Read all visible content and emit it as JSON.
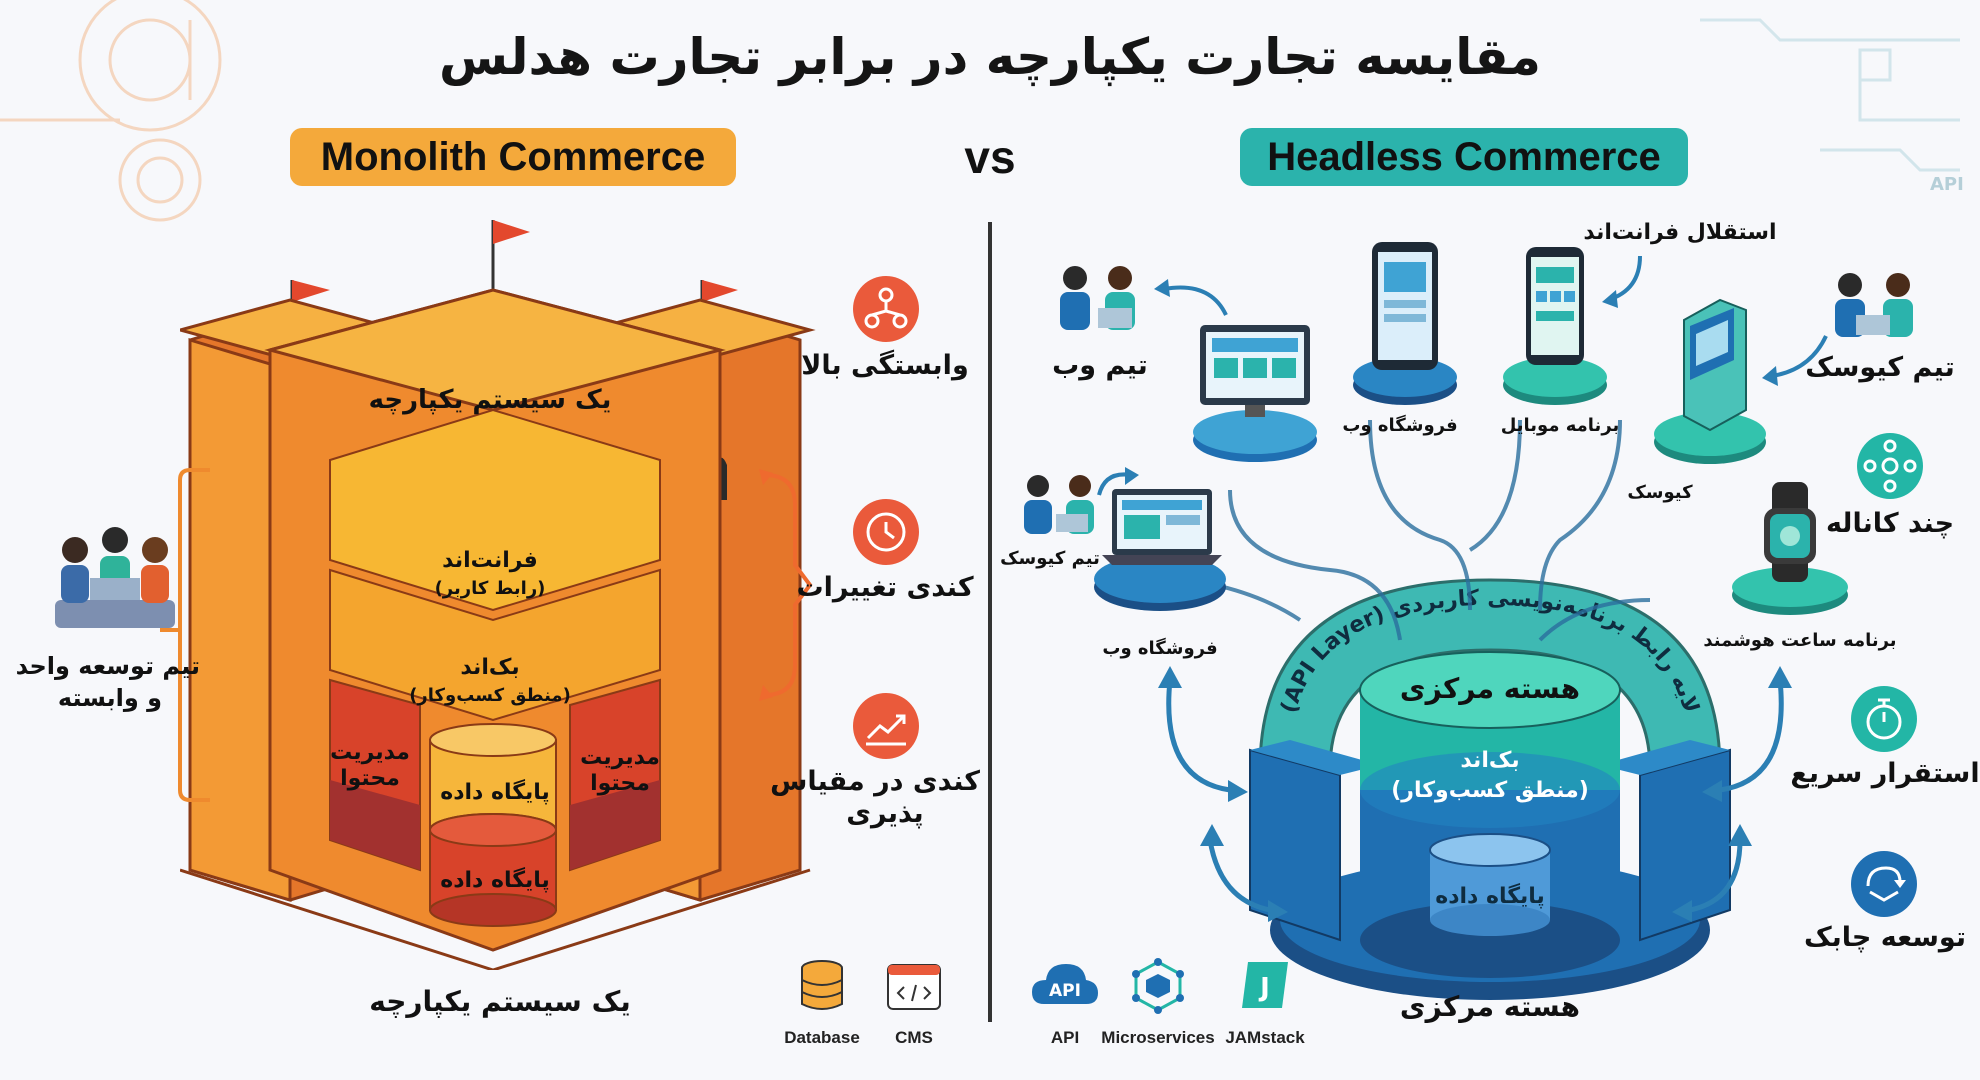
{
  "title": "مقایسه تجارت یکپارچه در برابر تجارت هدلس",
  "vs": "vs",
  "monolith": {
    "heading": "Monolith Commerce",
    "tower_top": "یک سیستم یکپارچه",
    "frontend": "فرانت‌اند",
    "frontend_sub": "(رابط کاربر)",
    "backend": "بک‌اند",
    "backend_sub": "(منطق کسب‌وکار)",
    "cms_left": "مدیریت محتوا",
    "cms_right": "مدیریت محتوا",
    "db_upper": "پایگاه داده",
    "db_lower": "پایگاه داده",
    "team_line1": "تیم توسعه واحد",
    "team_line2": "و وابسته",
    "bottom_caption": "یک سیستم یکپارچه",
    "features": [
      {
        "icon": "dependency-icon",
        "label": "وابستگی بالا"
      },
      {
        "icon": "clock-icon",
        "label": "کندی تغییرات"
      },
      {
        "icon": "trend-icon",
        "label_line1": "کندی در مقیاس",
        "label_line2": "پذیری"
      }
    ],
    "tech": [
      {
        "icon": "database-icon",
        "label": "Database"
      },
      {
        "icon": "code-icon",
        "label": "CMS"
      }
    ],
    "colors": {
      "pill": "#f4a93b",
      "castle_light": "#f6a233",
      "castle_dark": "#e5762a",
      "panel_red": "#d8432a",
      "panel_dark": "#a2312f"
    }
  },
  "headless": {
    "heading": "Headless Commerce",
    "api_layer": "لایه رابط برنامه‌نویسی کاربردی (API Layer)",
    "core_title": "هسته مرکزی",
    "backend": "بک‌اند",
    "backend_sub": "(منطق کسب‌وکار)",
    "db": "پایگاه داده",
    "bottom_caption": "هسته مرکزی",
    "frontend_independence": "استقلال فرانت‌اند",
    "channels": {
      "web_store_top": "فروشگاه وب",
      "web_store_left": "فروشگاه وب",
      "mobile_app": "برنامه موبایل",
      "kiosk": "کیوسک",
      "smartwatch": "برنامه ساعت هوشمند"
    },
    "teams": {
      "web_team": "تیم وب",
      "kiosk_team_left": "تیم کیوسک",
      "kiosk_team_right": "تیم کیوسک"
    },
    "features": [
      {
        "icon": "multichannel-icon",
        "label": "چند کاناله"
      },
      {
        "icon": "stopwatch-icon",
        "label": "استقرار سریع"
      },
      {
        "icon": "agile-icon",
        "label": "توسعه چابک"
      }
    ],
    "tech": [
      {
        "icon": "api-cloud-icon",
        "label": "API",
        "badge": "API"
      },
      {
        "icon": "microservices-icon",
        "label": "Microservices"
      },
      {
        "icon": "jamstack-icon",
        "label": "JAMstack",
        "badge": "J"
      }
    ],
    "decor_api": "API",
    "colors": {
      "pill": "#2bb3ac",
      "teal": "#23b6a6",
      "blue": "#1f6fb2",
      "navy": "#1b4f86"
    }
  }
}
